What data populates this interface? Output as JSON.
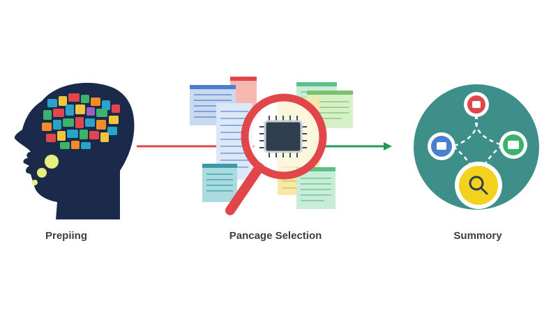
{
  "stages": [
    {
      "label": "Prepiing",
      "icon": "head-brain-icon"
    },
    {
      "label": "Pancage Selection",
      "icon": "magnifier-chip-documents-icon"
    },
    {
      "label": "Summory",
      "icon": "network-circle-icon"
    }
  ],
  "colors": {
    "head": "#1b2a4a",
    "red_arrow": "#e0464a",
    "green_arrow": "#239a5a",
    "summary_circle": "#3e8f8a",
    "magnifier": "#e0464a"
  }
}
